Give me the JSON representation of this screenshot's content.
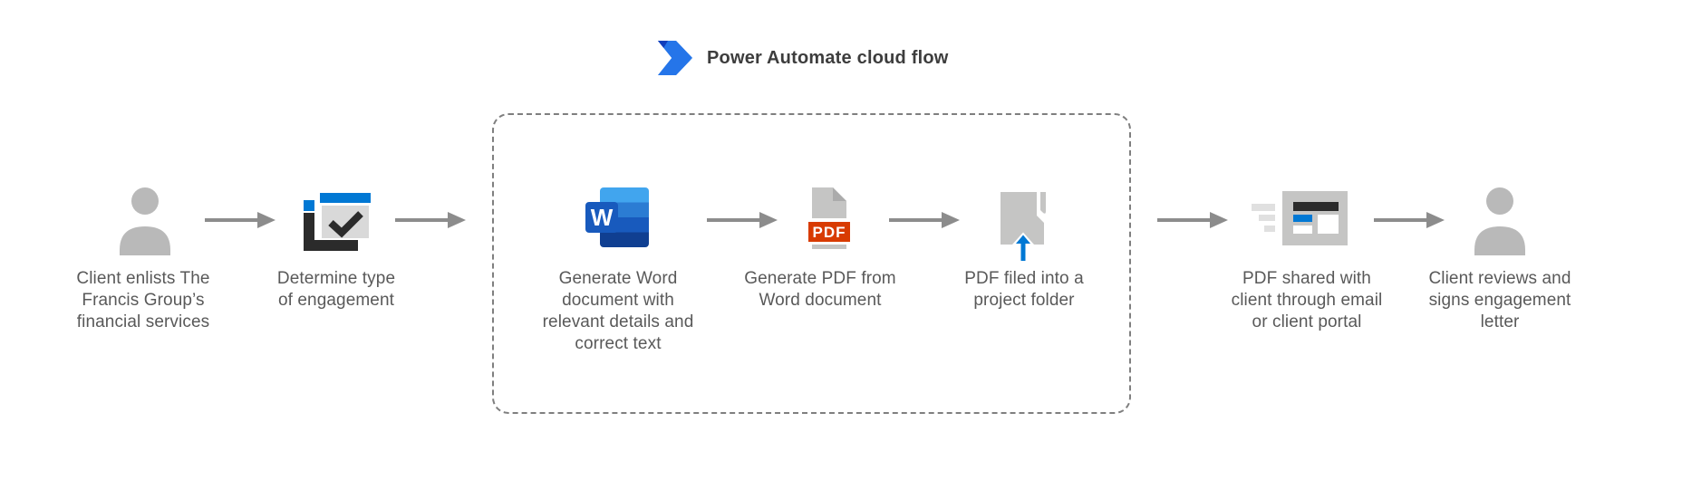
{
  "title": {
    "label": "Power Automate cloud flow"
  },
  "icons": {
    "word_letter": "W",
    "pdf_label": "PDF"
  },
  "steps": [
    {
      "id": "client-enlists",
      "icon": "person-icon",
      "caption": "Client enlists The\nFrancis Group’s\nfinancial services"
    },
    {
      "id": "determine-type",
      "icon": "checklist-icon",
      "caption": "Determine type\nof engagement"
    },
    {
      "id": "generate-word",
      "icon": "word-document-icon",
      "caption": "Generate Word\ndocument with\nrelevant details and\ncorrect text"
    },
    {
      "id": "generate-pdf",
      "icon": "pdf-file-icon",
      "caption": "Generate PDF from\nWord document"
    },
    {
      "id": "file-pdf",
      "icon": "folder-upload-icon",
      "caption": "PDF filed into a\nproject folder"
    },
    {
      "id": "share-pdf",
      "icon": "send-document-icon",
      "caption": "PDF shared with\nclient through email\nor client portal"
    },
    {
      "id": "client-reviews",
      "icon": "person-icon",
      "caption": "Client reviews and\nsigns engagement\nletter"
    }
  ],
  "colors": {
    "accent_blue": "#0078d4",
    "pdf_orange": "#d83b01",
    "title_ink": "#3d3d3d",
    "caption_ink": "#595959",
    "arrow_gray": "#8c8c8c",
    "border_gray": "#7f7f7f",
    "person_gray": "#b9b9b9",
    "icon_gray": "#c5c5c4",
    "icon_gray_dark": "#ababab",
    "speed_gray": "#e0e0e0",
    "panel_gray": "#d9d9d9",
    "ink_black": "#2b2b2b",
    "white": "#ffffff",
    "word_band1": "#41a5ee",
    "word_band2": "#2b7cd3",
    "word_band3": "#185abd",
    "word_band4": "#103f91",
    "word_square": "#185abd",
    "pa_dark": "#103ebc",
    "pa_mid": "#2575e9",
    "pa_light": "#7fbcf4"
  }
}
